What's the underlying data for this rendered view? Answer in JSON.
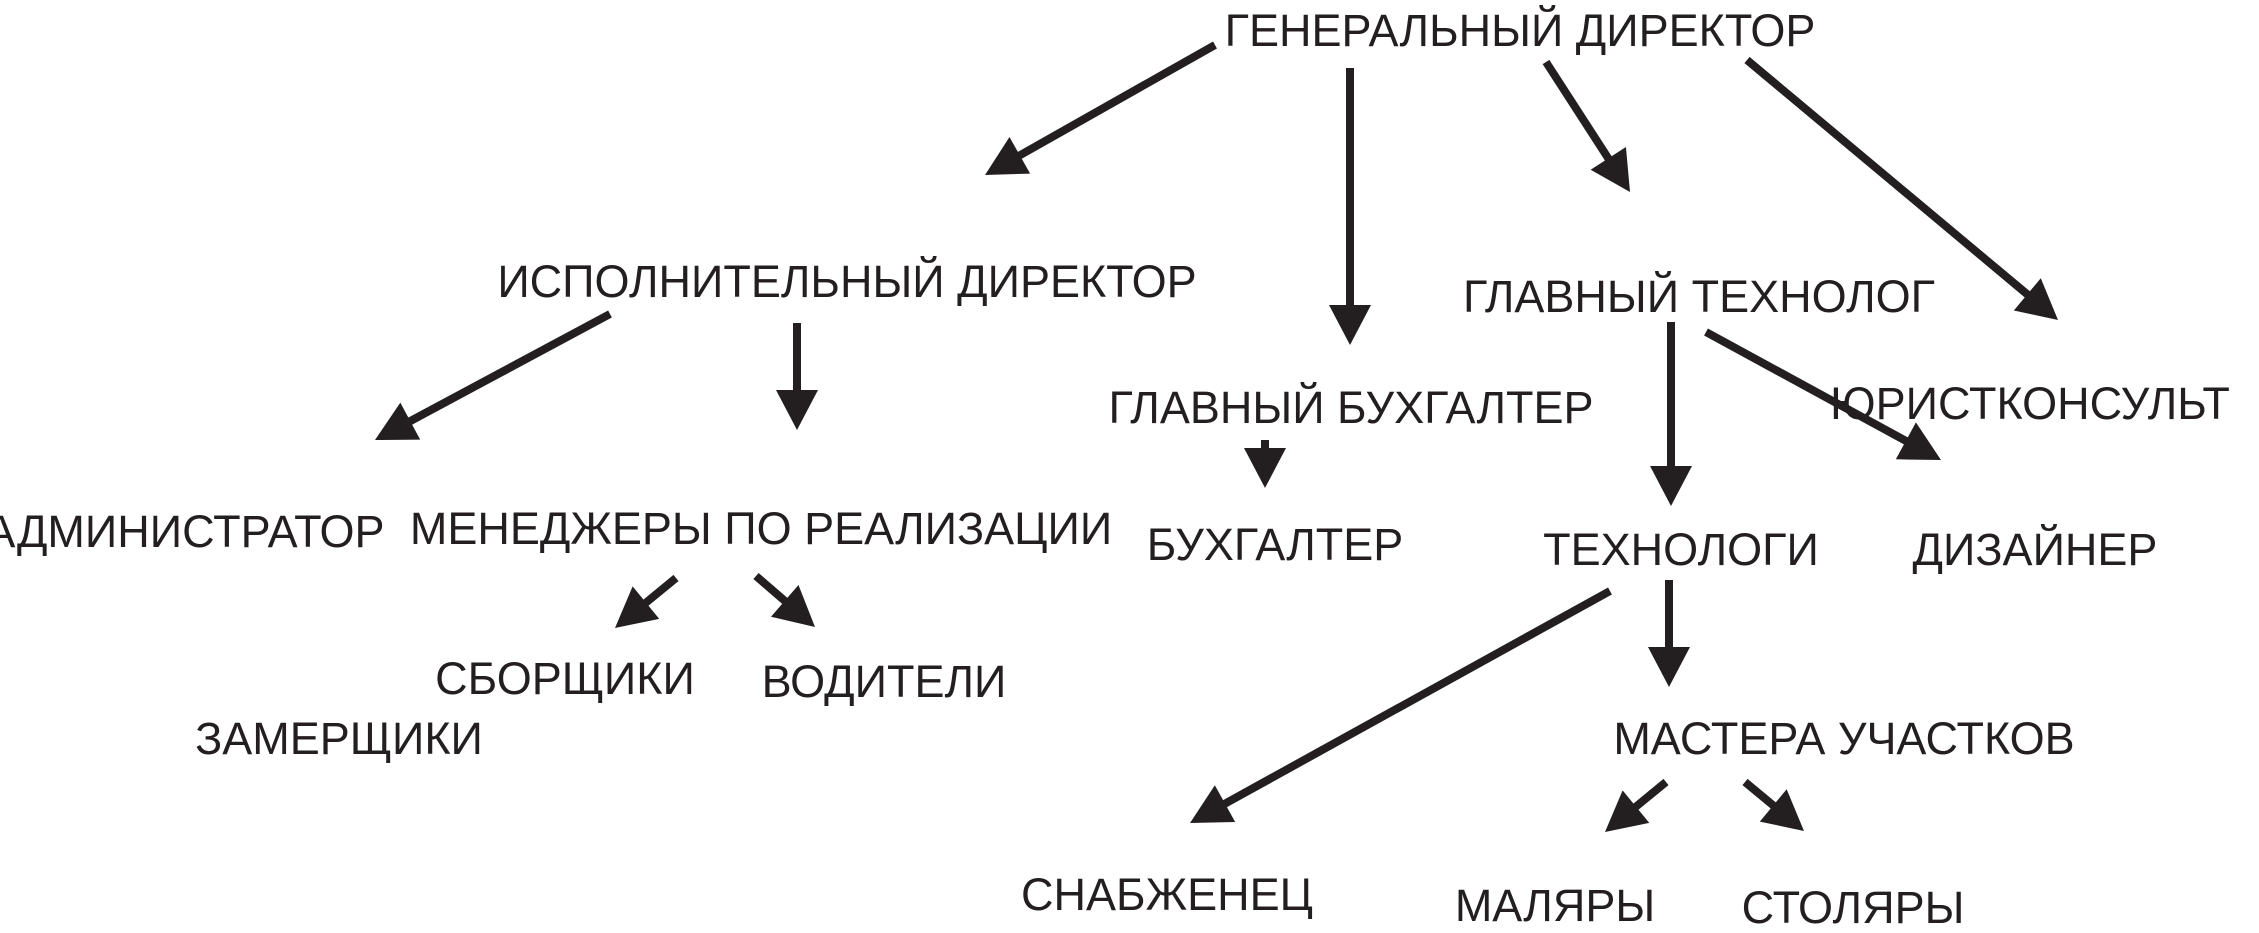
{
  "colors": {
    "text": "#231f20",
    "arrow": "#231f20",
    "background": "#ffffff"
  },
  "nodes": {
    "general_director": "ГЕНЕРАЛЬНЫЙ ДИРЕКТОР",
    "executive_director": "ИСПОЛНИТЕЛЬНЫЙ ДИРЕКТОР",
    "chief_accountant": "ГЛАВНЫЙ БУХГАЛТЕР",
    "chief_technologist": "ГЛАВНЫЙ ТЕХНОЛОГ",
    "legal_adviser": "ЮРИСТКОНСУЛЬТ",
    "administrator": "АДМИНИСТРАТОР",
    "sales_managers": "МЕНЕДЖЕРЫ ПО РЕАЛИЗАЦИИ",
    "accountant": "БУХГАЛТЕР",
    "technologists": "ТЕХНОЛОГИ",
    "designer": "ДИЗАЙНЕР",
    "assemblers": "СБОРЩИКИ",
    "drivers": "ВОДИТЕЛИ",
    "measurers": "ЗАМЕРЩИКИ",
    "section_masters": "МАСТЕРА УЧАСТКОВ",
    "supplier": "СНАБЖЕНЕЦ",
    "painters": "МАЛЯРЫ",
    "carpenters": "СТОЛЯРЫ"
  },
  "edges": [
    {
      "from": "general_director",
      "to": "executive_director"
    },
    {
      "from": "general_director",
      "to": "chief_accountant"
    },
    {
      "from": "general_director",
      "to": "chief_technologist"
    },
    {
      "from": "general_director",
      "to": "legal_adviser"
    },
    {
      "from": "executive_director",
      "to": "administrator"
    },
    {
      "from": "executive_director",
      "to": "sales_managers"
    },
    {
      "from": "chief_accountant",
      "to": "accountant"
    },
    {
      "from": "chief_technologist",
      "to": "technologists"
    },
    {
      "from": "chief_technologist",
      "to": "designer"
    },
    {
      "from": "sales_managers",
      "to": "assemblers"
    },
    {
      "from": "sales_managers",
      "to": "drivers"
    },
    {
      "from": "technologists",
      "to": "supplier"
    },
    {
      "from": "technologists",
      "to": "section_masters"
    },
    {
      "from": "section_masters",
      "to": "painters"
    },
    {
      "from": "section_masters",
      "to": "carpenters"
    }
  ]
}
